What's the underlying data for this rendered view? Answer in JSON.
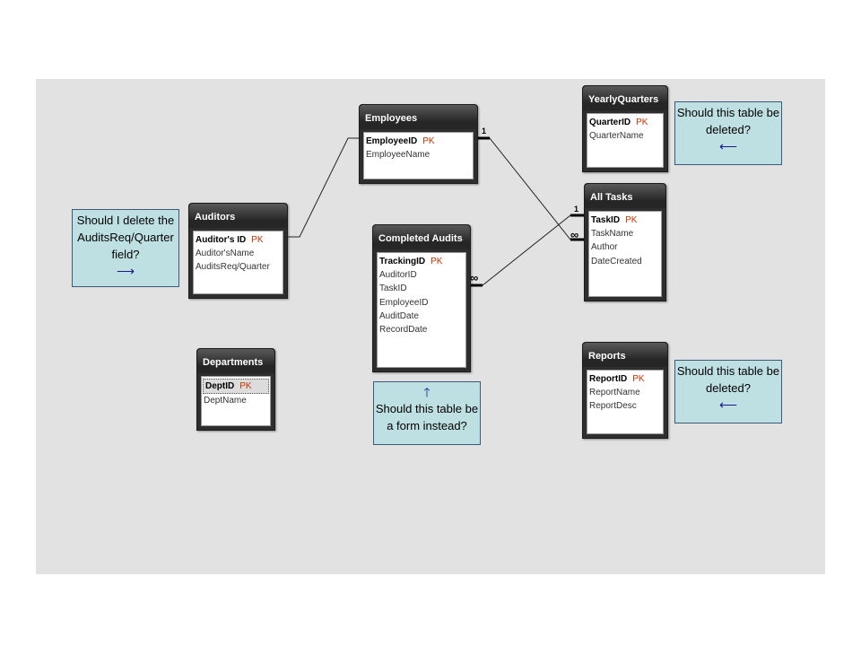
{
  "tables": {
    "employees": {
      "title": "Employees",
      "fields": [
        "EmployeeID",
        "EmployeeName"
      ],
      "pk": "PK"
    },
    "yearly_quarters": {
      "title": "YearlyQuarters",
      "fields": [
        "QuarterID",
        "QuarterName"
      ],
      "pk": "PK"
    },
    "auditors": {
      "title": "Auditors",
      "fields": [
        "Auditor's ID",
        "Auditor'sName",
        "AuditsReq/Quarter"
      ],
      "pk": "PK"
    },
    "completed_audits": {
      "title": "Completed Audits",
      "fields": [
        "TrackingID",
        "AuditorID",
        "TaskID",
        "EmployeeID",
        "AuditDate",
        "RecordDate"
      ],
      "pk": "PK"
    },
    "all_tasks": {
      "title": "All Tasks",
      "fields": [
        "TaskID",
        "TaskName",
        "Author",
        "DateCreated"
      ],
      "pk": "PK"
    },
    "departments": {
      "title": "Departments",
      "fields": [
        "DeptID",
        "DeptName"
      ],
      "pk": "PK"
    },
    "reports": {
      "title": "Reports",
      "fields": [
        "ReportID",
        "ReportName",
        "ReportDesc"
      ],
      "pk": "PK"
    }
  },
  "notes": {
    "auditors_note": {
      "text": "Should I delete the AuditsReq/Quarter field?",
      "arrow": "⟶"
    },
    "quarters_note": {
      "text": "Should this table be deleted?",
      "arrow": "⟵"
    },
    "reports_note": {
      "text": "Should this table be deleted?",
      "arrow": "⟵"
    },
    "completed_note": {
      "text": "Should this table be a form instead?",
      "arrow": "🡑"
    }
  },
  "relationships": {
    "one": "1",
    "many": "∞"
  }
}
